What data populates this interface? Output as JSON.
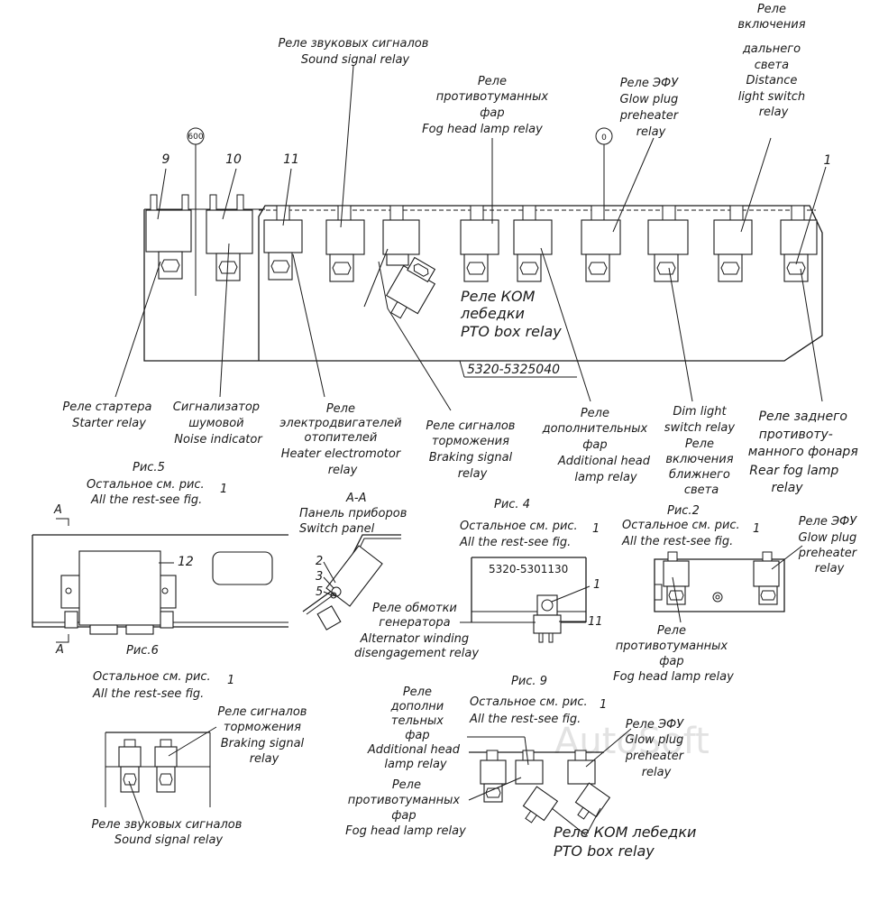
{
  "watermark": "AutoSoft",
  "fig_main": {
    "bracket_code": "5320-5325040",
    "circle_600": "600",
    "circle_0": "0",
    "callouts": {
      "n9": "9",
      "n10": "10",
      "n11": "11",
      "n1": "1"
    },
    "top_labels": {
      "sound": [
        "Реле звуковых сигналов",
        "Sound signal relay"
      ],
      "fog": [
        "Реле",
        "противотуманных",
        "фар",
        "Fog head lamp relay"
      ],
      "glow": [
        "Реле ЭФУ",
        "Glow plug",
        "preheater",
        "relay"
      ],
      "distance": [
        "Реле",
        "включения",
        "дальнего",
        "света",
        "Distance",
        "light switch",
        "relay"
      ]
    },
    "pto": [
      "Реле КОМ",
      "лебедки",
      "PTO box relay"
    ],
    "bottom_labels": {
      "starter": [
        "Реле стартера",
        "Starter relay"
      ],
      "noise": [
        "Сигнализатор",
        "шумовой",
        "Noise indicator"
      ],
      "heater": [
        "Реле",
        "электродвигателей",
        "отопителей",
        "Heater electromotor",
        "relay"
      ],
      "braking": [
        "Реле сигналов",
        "торможения",
        "Braking signal",
        "relay"
      ],
      "additional": [
        "Реле",
        "дополнительных",
        "фар",
        "Additional head",
        "lamp relay"
      ],
      "dim": [
        "Dim light",
        "switch relay",
        "Реле",
        "включения",
        "ближнего",
        "света"
      ],
      "rearfog": [
        "Реле заднего",
        "противоту-",
        "манного фонаря",
        "Rear fog lamp",
        "relay"
      ]
    }
  },
  "fig5": {
    "title": "Рис.5",
    "rest": [
      "Остальное см. рис.",
      "All the rest-see fig."
    ],
    "rest_ref": "1",
    "section": "A",
    "callout": "12"
  },
  "fig6": {
    "title": "Рис.6",
    "rest": [
      "Остальное см. рис.",
      "All the rest-see fig."
    ],
    "rest_ref": "1",
    "braking": [
      "Реле сигналов",
      "торможения",
      "Braking signal",
      "relay"
    ],
    "sound": [
      "Реле звуковых сигналов",
      "Sound signal relay"
    ]
  },
  "figAA": {
    "title": "А-А",
    "panel": [
      "Панель приборов",
      "Switch panel"
    ],
    "nums": [
      "2",
      "3",
      "5"
    ]
  },
  "fig4": {
    "title": "Рис. 4",
    "rest": [
      "Остальное см. рис.",
      "All the rest-see fig."
    ],
    "rest_ref": "1",
    "code": "5320-5301130",
    "callout1": "1",
    "callout11": "11",
    "label": [
      "Реле обмотки",
      "генератора",
      "Alternator winding",
      "disengagement relay"
    ]
  },
  "fig2": {
    "title": "Рис.2",
    "rest": [
      "Остальное см. рис.",
      "All the rest-see fig."
    ],
    "rest_ref": "1",
    "glow": [
      "Реле ЭФУ",
      "Glow plug",
      "preheater",
      "relay"
    ],
    "fog": [
      "Реле",
      "противотуманных",
      "фар",
      "Fog head lamp relay"
    ]
  },
  "fig9": {
    "title": "Рис. 9",
    "rest": [
      "Остальное см. рис.",
      "All the rest-see fig."
    ],
    "rest_ref": "1",
    "additional": [
      "Реле",
      "дополни",
      "тельных",
      "фар",
      "Additional head",
      "lamp relay"
    ],
    "fog": [
      "Реле",
      "противотуманных",
      "фар",
      "Fog head lamp relay"
    ],
    "glow": [
      "Реле ЭФУ",
      "Glow plug",
      "preheater",
      "relay"
    ],
    "pto": [
      "Реле КОМ лебедки",
      "PTO box relay"
    ]
  }
}
